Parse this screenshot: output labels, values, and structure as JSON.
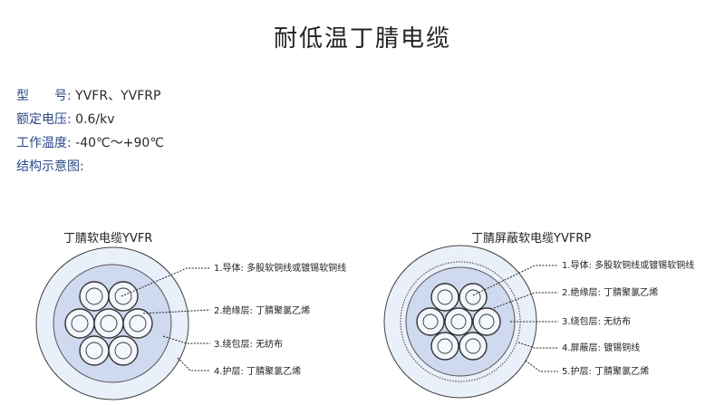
{
  "title": "耐低温丁腈电缆",
  "specs": {
    "model_label": "型　　号:",
    "model_value": "YVFR、YVFRP",
    "voltage_label": "额定电压:",
    "voltage_value": "0.6/kv",
    "temp_label": "工作温度:",
    "temp_value": "-40℃～+90℃",
    "structure_label": "结构示意图:"
  },
  "cable_left": {
    "caption": "丁腈软电缆YVFR",
    "labels": [
      "1.导体: 多股软铜线或镀锡软铜线",
      "2.绝缘层: 丁腈聚氯乙烯",
      "3.绕包层: 无纺布",
      "4.护层: 丁腈聚氯乙烯"
    ]
  },
  "cable_right": {
    "caption": "丁腈屏蔽软电缆YVFRP",
    "labels": [
      "1.导体: 多股软铜线或镀锡软铜线",
      "2.绝缘层: 丁腈聚氯乙烯",
      "3.绕包层: 无纺布",
      "4.屏蔽层: 镀锡铜线",
      "5.护层: 丁腈聚氯乙烯"
    ]
  },
  "colors": {
    "sheath": "#e8eef9",
    "inner": "#ccd6ee",
    "line": "#2b2b2b"
  }
}
